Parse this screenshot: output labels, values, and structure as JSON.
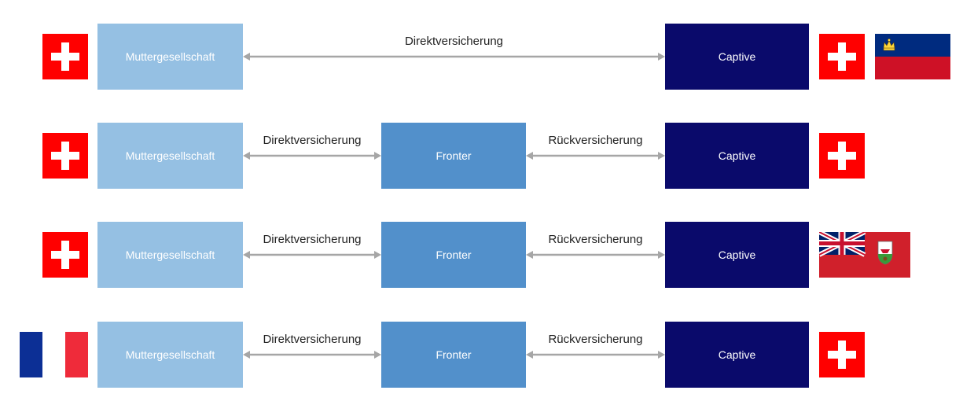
{
  "colors": {
    "parent_box": "#95c0e3",
    "fronter_box": "#5290cb",
    "captive_box": "#0a0a6b",
    "arrow": "#a6a6a6",
    "swiss_red": "#ff0000",
    "liechtenstein_blue": "#002b7f",
    "liechtenstein_red": "#ce1126",
    "france_blue": "#0c2f95",
    "france_red": "#ef2b3a",
    "bermuda_red": "#d0202b"
  },
  "rows": [
    {
      "parent": "Muttergesellschaft",
      "link1": "Direktversicherung",
      "captive": "Captive",
      "parent_flag": "switzerland-flag-icon",
      "captive_flags": [
        "switzerland-flag-icon",
        "liechtenstein-flag-icon"
      ]
    },
    {
      "parent": "Muttergesellschaft",
      "link1": "Direktversicherung",
      "fronter": "Fronter",
      "link2": "Rückversicherung",
      "captive": "Captive",
      "parent_flag": "switzerland-flag-icon",
      "captive_flags": [
        "switzerland-flag-icon"
      ]
    },
    {
      "parent": "Muttergesellschaft",
      "link1": "Direktversicherung",
      "fronter": "Fronter",
      "link2": "Rückversicherung",
      "captive": "Captive",
      "parent_flag": "switzerland-flag-icon",
      "captive_flags": [
        "bermuda-flag-icon"
      ]
    },
    {
      "parent": "Muttergesellschaft",
      "link1": "Direktversicherung",
      "fronter": "Fronter",
      "link2": "Rückversicherung",
      "captive": "Captive",
      "parent_flag": "france-flag-icon",
      "captive_flags": [
        "switzerland-flag-icon"
      ]
    }
  ]
}
